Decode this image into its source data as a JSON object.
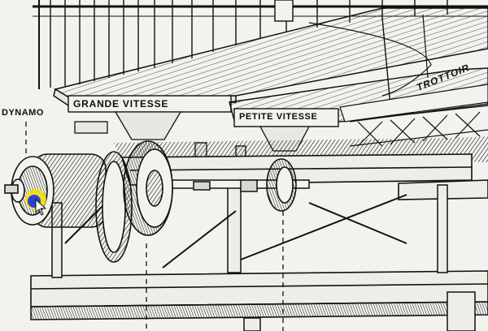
{
  "labels": {
    "dynamo": "DYNAMO",
    "grande_vitesse": "GRANDE VITESSE",
    "petite_vitesse": "PETITE VITESSE",
    "trottoir": "TROTTOIR"
  },
  "colors": {
    "paper": "#f2f2ee",
    "ink": "#111111",
    "cursor_highlight": "#2f3fd6",
    "cursor_glow": "#f5e300"
  },
  "icons": {
    "cursor": "mouse-pointer-icon"
  }
}
